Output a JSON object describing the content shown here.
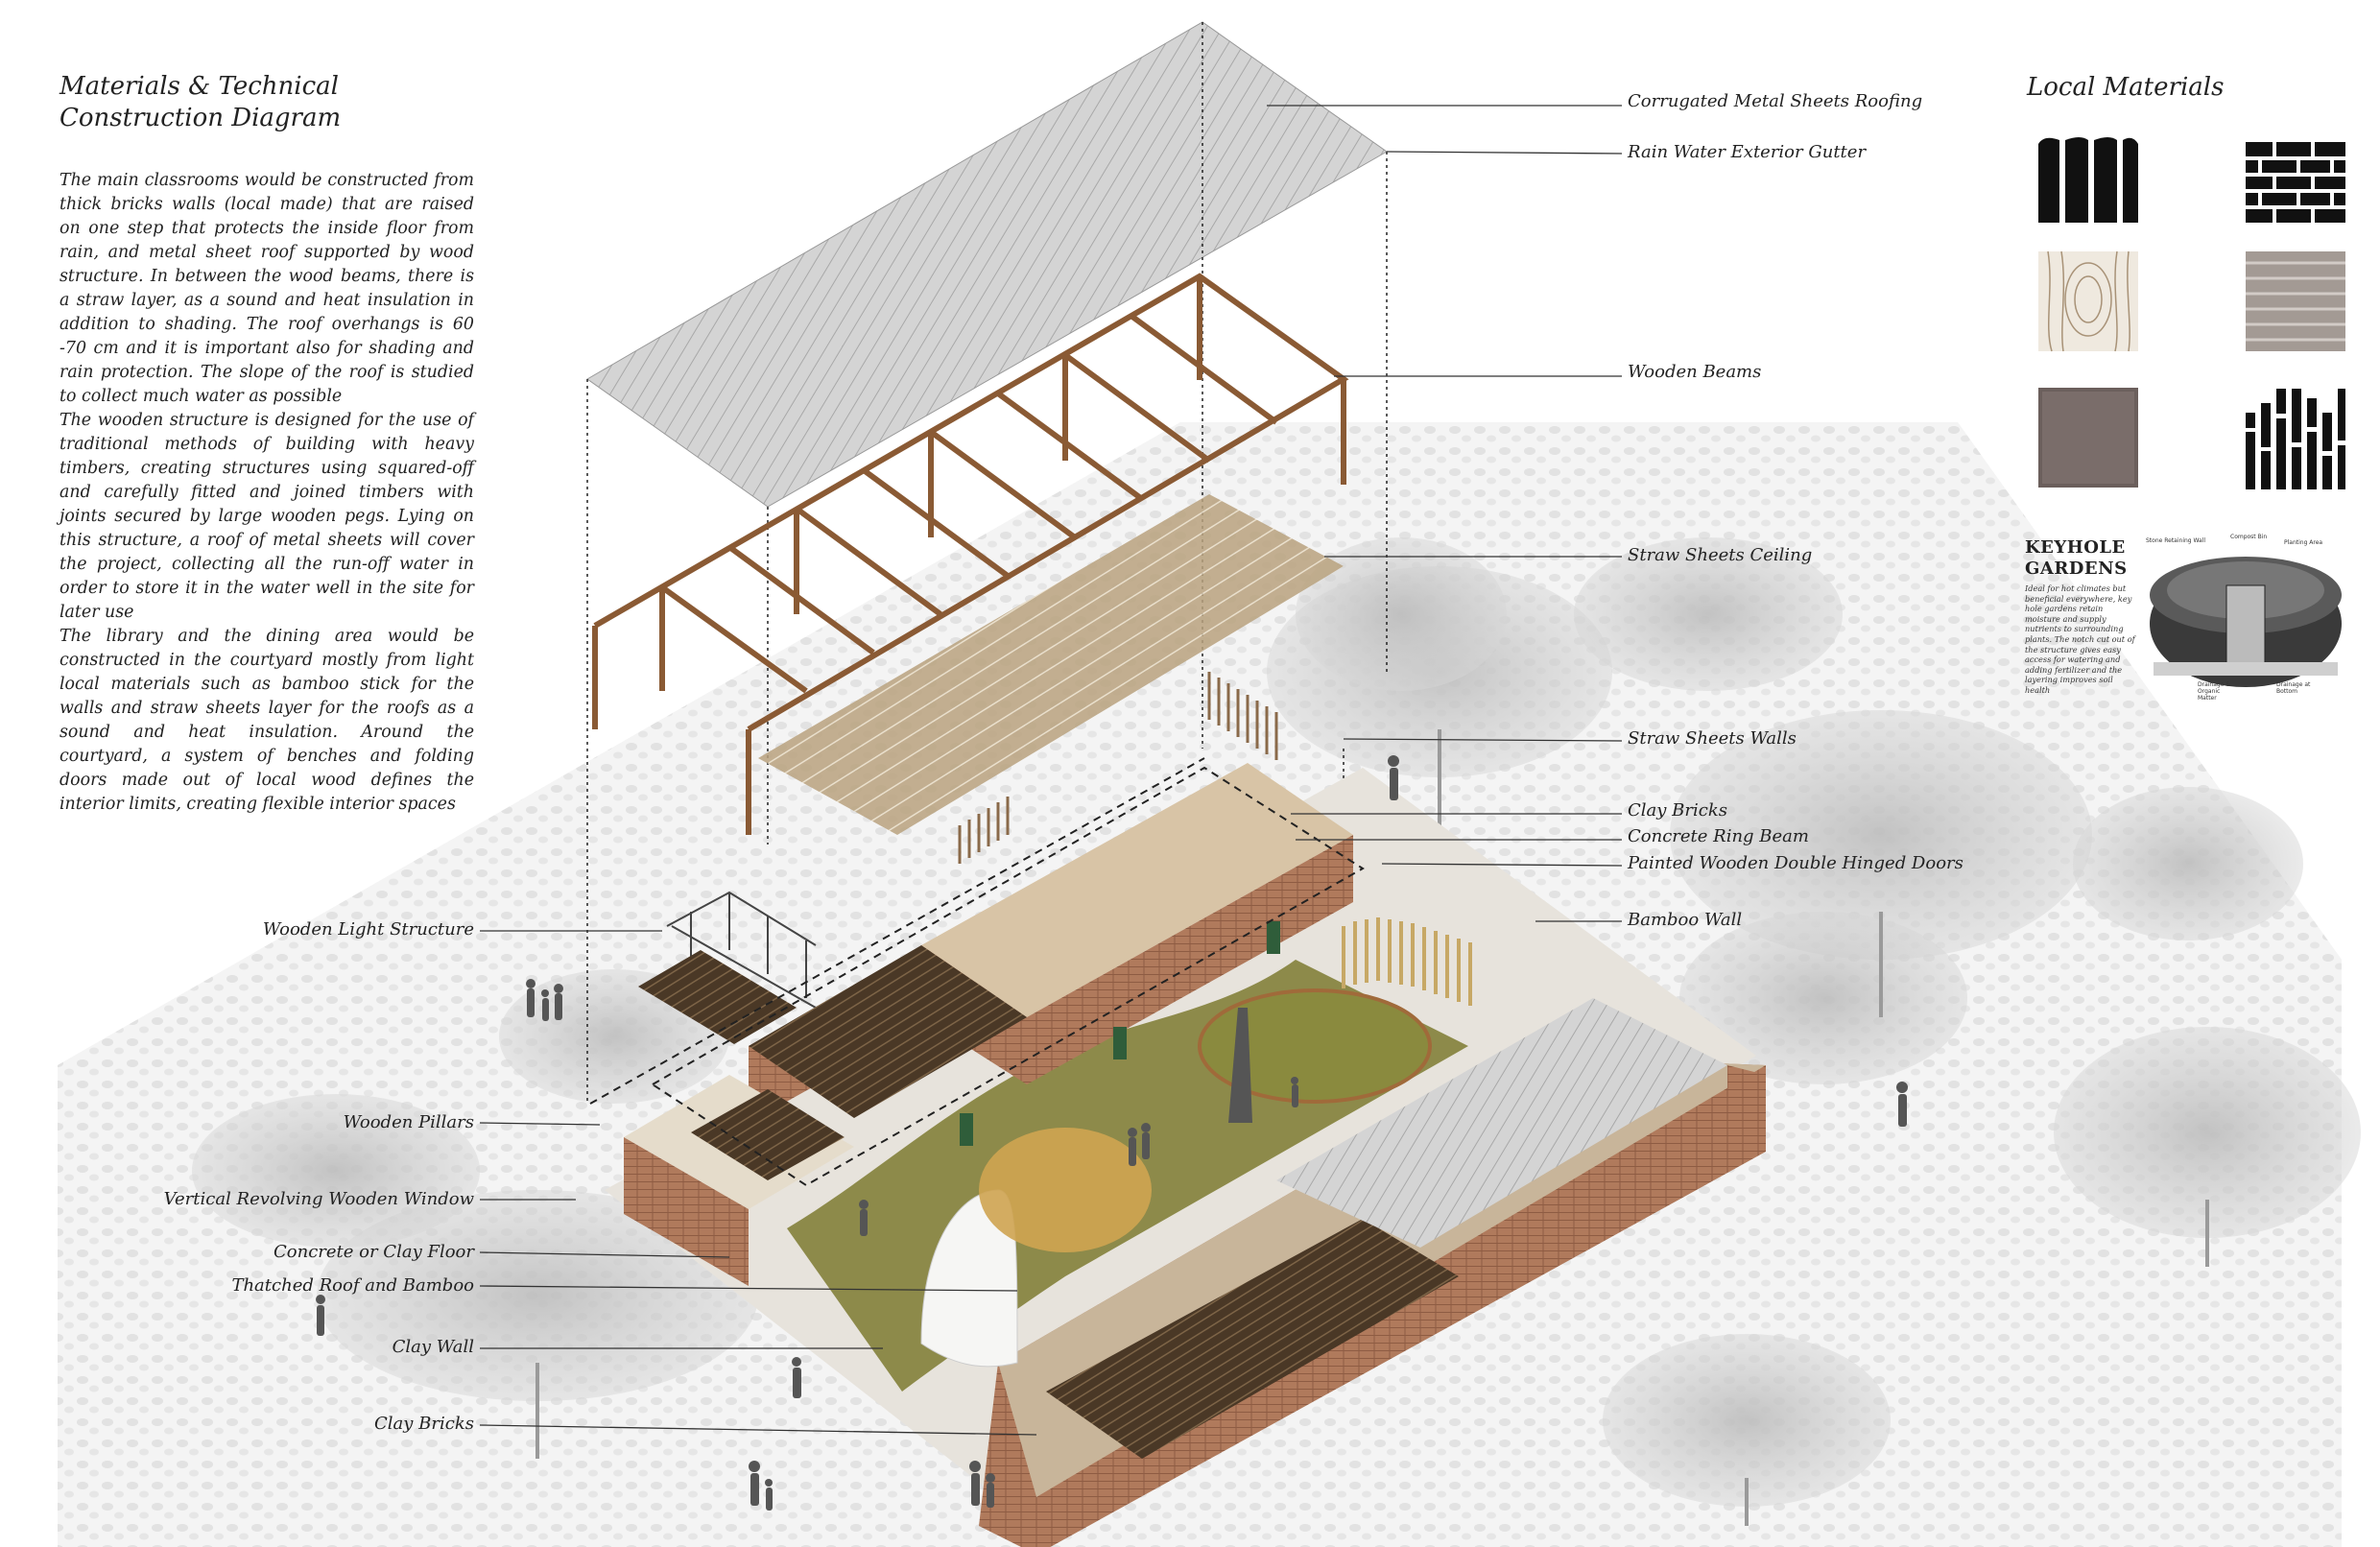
{
  "heading": {
    "line1": "Materials & Technical",
    "line2": "Construction Diagram"
  },
  "description": [
    "The main classrooms would be constructed from thick bricks walls (local made) that are raised on one step that protects the inside floor from rain, and metal sheet roof supported by wood structure. In between the wood beams, there is a straw layer, as a sound and heat insulation in addition to shading. The roof overhangs is 60 -70 cm and it is important also for shading and rain protection. The slope of the roof is studied to collect much water as possible",
    "The wooden structure is designed for the use of traditional methods of building with heavy timbers, creating structures using squared-off and carefully fitted and joined timbers with joints secured by large wooden pegs. Lying on this structure, a roof of metal sheets will cover the project, collecting all the run-off water in order to store it in the water well in the site for later use",
    "The library and the dining area would be constructed in the courtyard mostly from light local materials such as bamboo stick for the walls and straw sheets layer for the roofs as a sound and heat insulation. Around the courtyard, a system of benches and folding doors made out of local wood defines the interior limits, creating flexible interior spaces"
  ],
  "labels_right": {
    "corrugated": "Corrugated Metal Sheets Roofing",
    "gutter": "Rain Water Exterior Gutter",
    "beams": "Wooden Beams",
    "straw_ceiling": "Straw Sheets Ceiling",
    "straw_walls": "Straw Sheets Walls",
    "clay_bricks_top": "Clay Bricks",
    "ring_beam": "Concrete Ring Beam",
    "doors": "Painted Wooden Double Hinged Doors",
    "bamboo_wall": "Bamboo Wall"
  },
  "labels_left": {
    "light_structure": "Wooden Light Structure",
    "pillars": "Wooden Pillars",
    "window": "Vertical Revolving Wooden Window",
    "floor": "Concrete or Clay Floor",
    "thatched": "Thatched Roof and Bamboo",
    "clay_wall": "Clay Wall",
    "clay_bricks_bottom": "Clay Bricks"
  },
  "local_materials": {
    "title": "Local Materials",
    "swatches": [
      {
        "name": "corrugated-sheet",
        "color": "#111111"
      },
      {
        "name": "brick",
        "color": "#111111"
      },
      {
        "name": "wood",
        "color": "#d8cfc2"
      },
      {
        "name": "woven-straw",
        "color": "#a39a94"
      },
      {
        "name": "thatch",
        "color": "#6b5f5c"
      },
      {
        "name": "bamboo",
        "color": "#111111"
      }
    ]
  },
  "keyhole": {
    "title_line1": "KEYHOLE",
    "title_line2": "GARDENS",
    "description": "Ideal for hot climates but beneficial everywhere, key hole gardens retain moisture and supply nutrients to surrounding plants. The notch cut out of the structure gives easy access for watering and adding fertilizer and the layering improves soil health",
    "diagram_labels": {
      "stone_wall": "Stone Retaining Wall",
      "compost": "Compost Bin",
      "planting": "Planting Area",
      "drainage_organic": "Drainage & Organic Matter",
      "drainage_bottom": "Drainage at Bottom"
    }
  },
  "colors": {
    "brick": "#b07a5c",
    "wood": "#8a5a34",
    "grass": "#8d8a4a",
    "roof": "#d9d9d9",
    "door_green": "#2f5d3a"
  }
}
